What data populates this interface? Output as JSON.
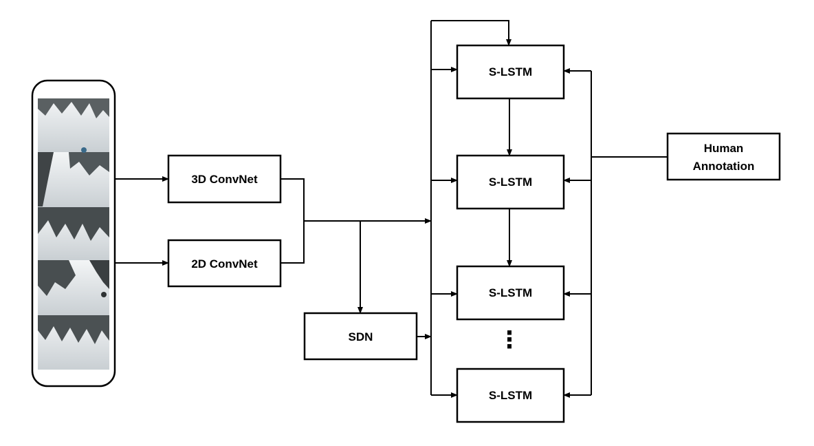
{
  "nodes": {
    "conv3d": {
      "label": "3D ConvNet"
    },
    "conv2d": {
      "label": "2D ConvNet"
    },
    "sdn": {
      "label": "SDN"
    },
    "lstm1": {
      "label": "S-LSTM"
    },
    "lstm2": {
      "label": "S-LSTM"
    },
    "lstm3": {
      "label": "S-LSTM"
    },
    "lstm4": {
      "label": "S-LSTM"
    },
    "human": {
      "label_line1": "Human",
      "label_line2": "Annotation"
    }
  },
  "ellipsis": "⋮",
  "colors": {
    "stroke": "#000000",
    "background": "#ffffff",
    "frame_snow": "#dfe3e6",
    "frame_tree": "#4a5052"
  }
}
